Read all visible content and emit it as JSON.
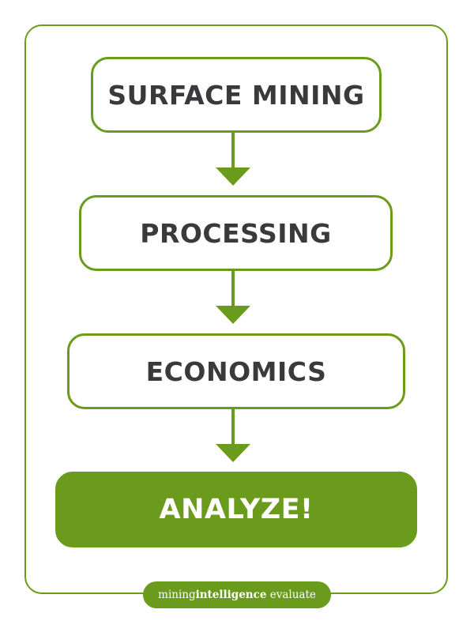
{
  "flow": {
    "steps": [
      {
        "label": "SURFACE MINING"
      },
      {
        "label": "PROCESSING"
      },
      {
        "label": "ECONOMICS"
      }
    ],
    "final": {
      "label": "ANALYZE!"
    }
  },
  "brand": {
    "part1": "mining",
    "part2": "intelligence",
    "part3": " evaluate"
  },
  "colors": {
    "accent": "#6a9b1c",
    "text": "#3a3a3c",
    "background": "#ffffff"
  }
}
